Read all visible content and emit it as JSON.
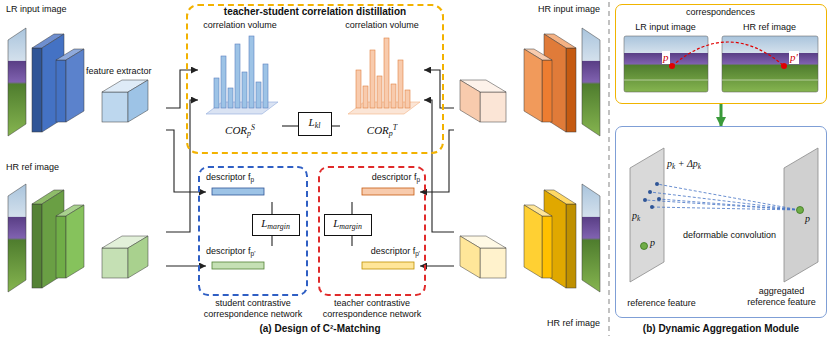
{
  "diagram": {
    "nodes": [
      {
        "text": [
          "LR input image",
          "feature extractor"
        ]
      },
      {
        "text": [
          "HR ref image"
        ]
      },
      {
        "text": [
          "teacher-student correlation distillation"
        ]
      },
      {
        "text": [
          "correlation volume",
          "CORpS"
        ],
        "in": 2
      },
      {
        "text": [
          "Lkl"
        ],
        "in": 2
      },
      {
        "text": [
          "correlation volume",
          "CORpT"
        ],
        "in": 2
      },
      {
        "text": [
          "student contrastive correspondence network"
        ]
      },
      {
        "text": [
          "descriptor fp"
        ],
        "in": 6
      },
      {
        "text": [
          "Lmargin"
        ],
        "in": 6
      },
      {
        "text": [
          "descriptor fp'"
        ],
        "in": 6
      },
      {
        "text": [
          "teacher contrastive correspondence network"
        ]
      },
      {
        "text": [
          "descriptor fp"
        ],
        "in": 10
      },
      {
        "text": [
          "Lmargin"
        ],
        "in": 10
      },
      {
        "text": [
          "descriptor fp'"
        ],
        "in": 10
      },
      {
        "text": [
          "HR input image"
        ]
      },
      {
        "text": [
          "HR ref image"
        ]
      },
      {
        "text": [
          "correspondences"
        ]
      },
      {
        "text": [
          "LR input image"
        ],
        "in": 16
      },
      {
        "text": [
          "HR ref image"
        ],
        "in": 16
      },
      {
        "text": [
          "deformable convolution"
        ]
      },
      {
        "text": [
          "reference feature"
        ],
        "in": 19
      },
      {
        "text": [
          "aggregated reference feature"
        ],
        "in": 19
      }
    ],
    "edges": [
      {
        "from": 0,
        "to": 3,
        "arrow": "to"
      },
      {
        "from": 1,
        "to": 3,
        "arrow": "to"
      },
      {
        "from": 0,
        "to": 7,
        "arrow": "to"
      },
      {
        "from": 1,
        "to": 9,
        "arrow": "to"
      },
      {
        "from": 3,
        "to": 4,
        "arrow": "none"
      },
      {
        "from": 5,
        "to": 4,
        "arrow": "none"
      },
      {
        "from": 7,
        "to": 8,
        "arrow": "none"
      },
      {
        "from": 9,
        "to": 8,
        "arrow": "none"
      },
      {
        "from": 14,
        "to": 5,
        "arrow": "to"
      },
      {
        "from": 15,
        "to": 5,
        "arrow": "to"
      },
      {
        "from": 14,
        "to": 11,
        "arrow": "to"
      },
      {
        "from": 15,
        "to": 13,
        "arrow": "to"
      },
      {
        "from": 11,
        "to": 12,
        "arrow": "none"
      },
      {
        "from": 13,
        "to": 12,
        "arrow": "none"
      },
      {
        "from": 16,
        "to": 19,
        "arrow": "to"
      }
    ],
    "labels": [
      "p",
      "p'",
      "pk + Δpk",
      "pk",
      "p",
      "p",
      "(a) Design of C²-Matching",
      "(b) Dynamic Aggregation Module"
    ]
  }
}
